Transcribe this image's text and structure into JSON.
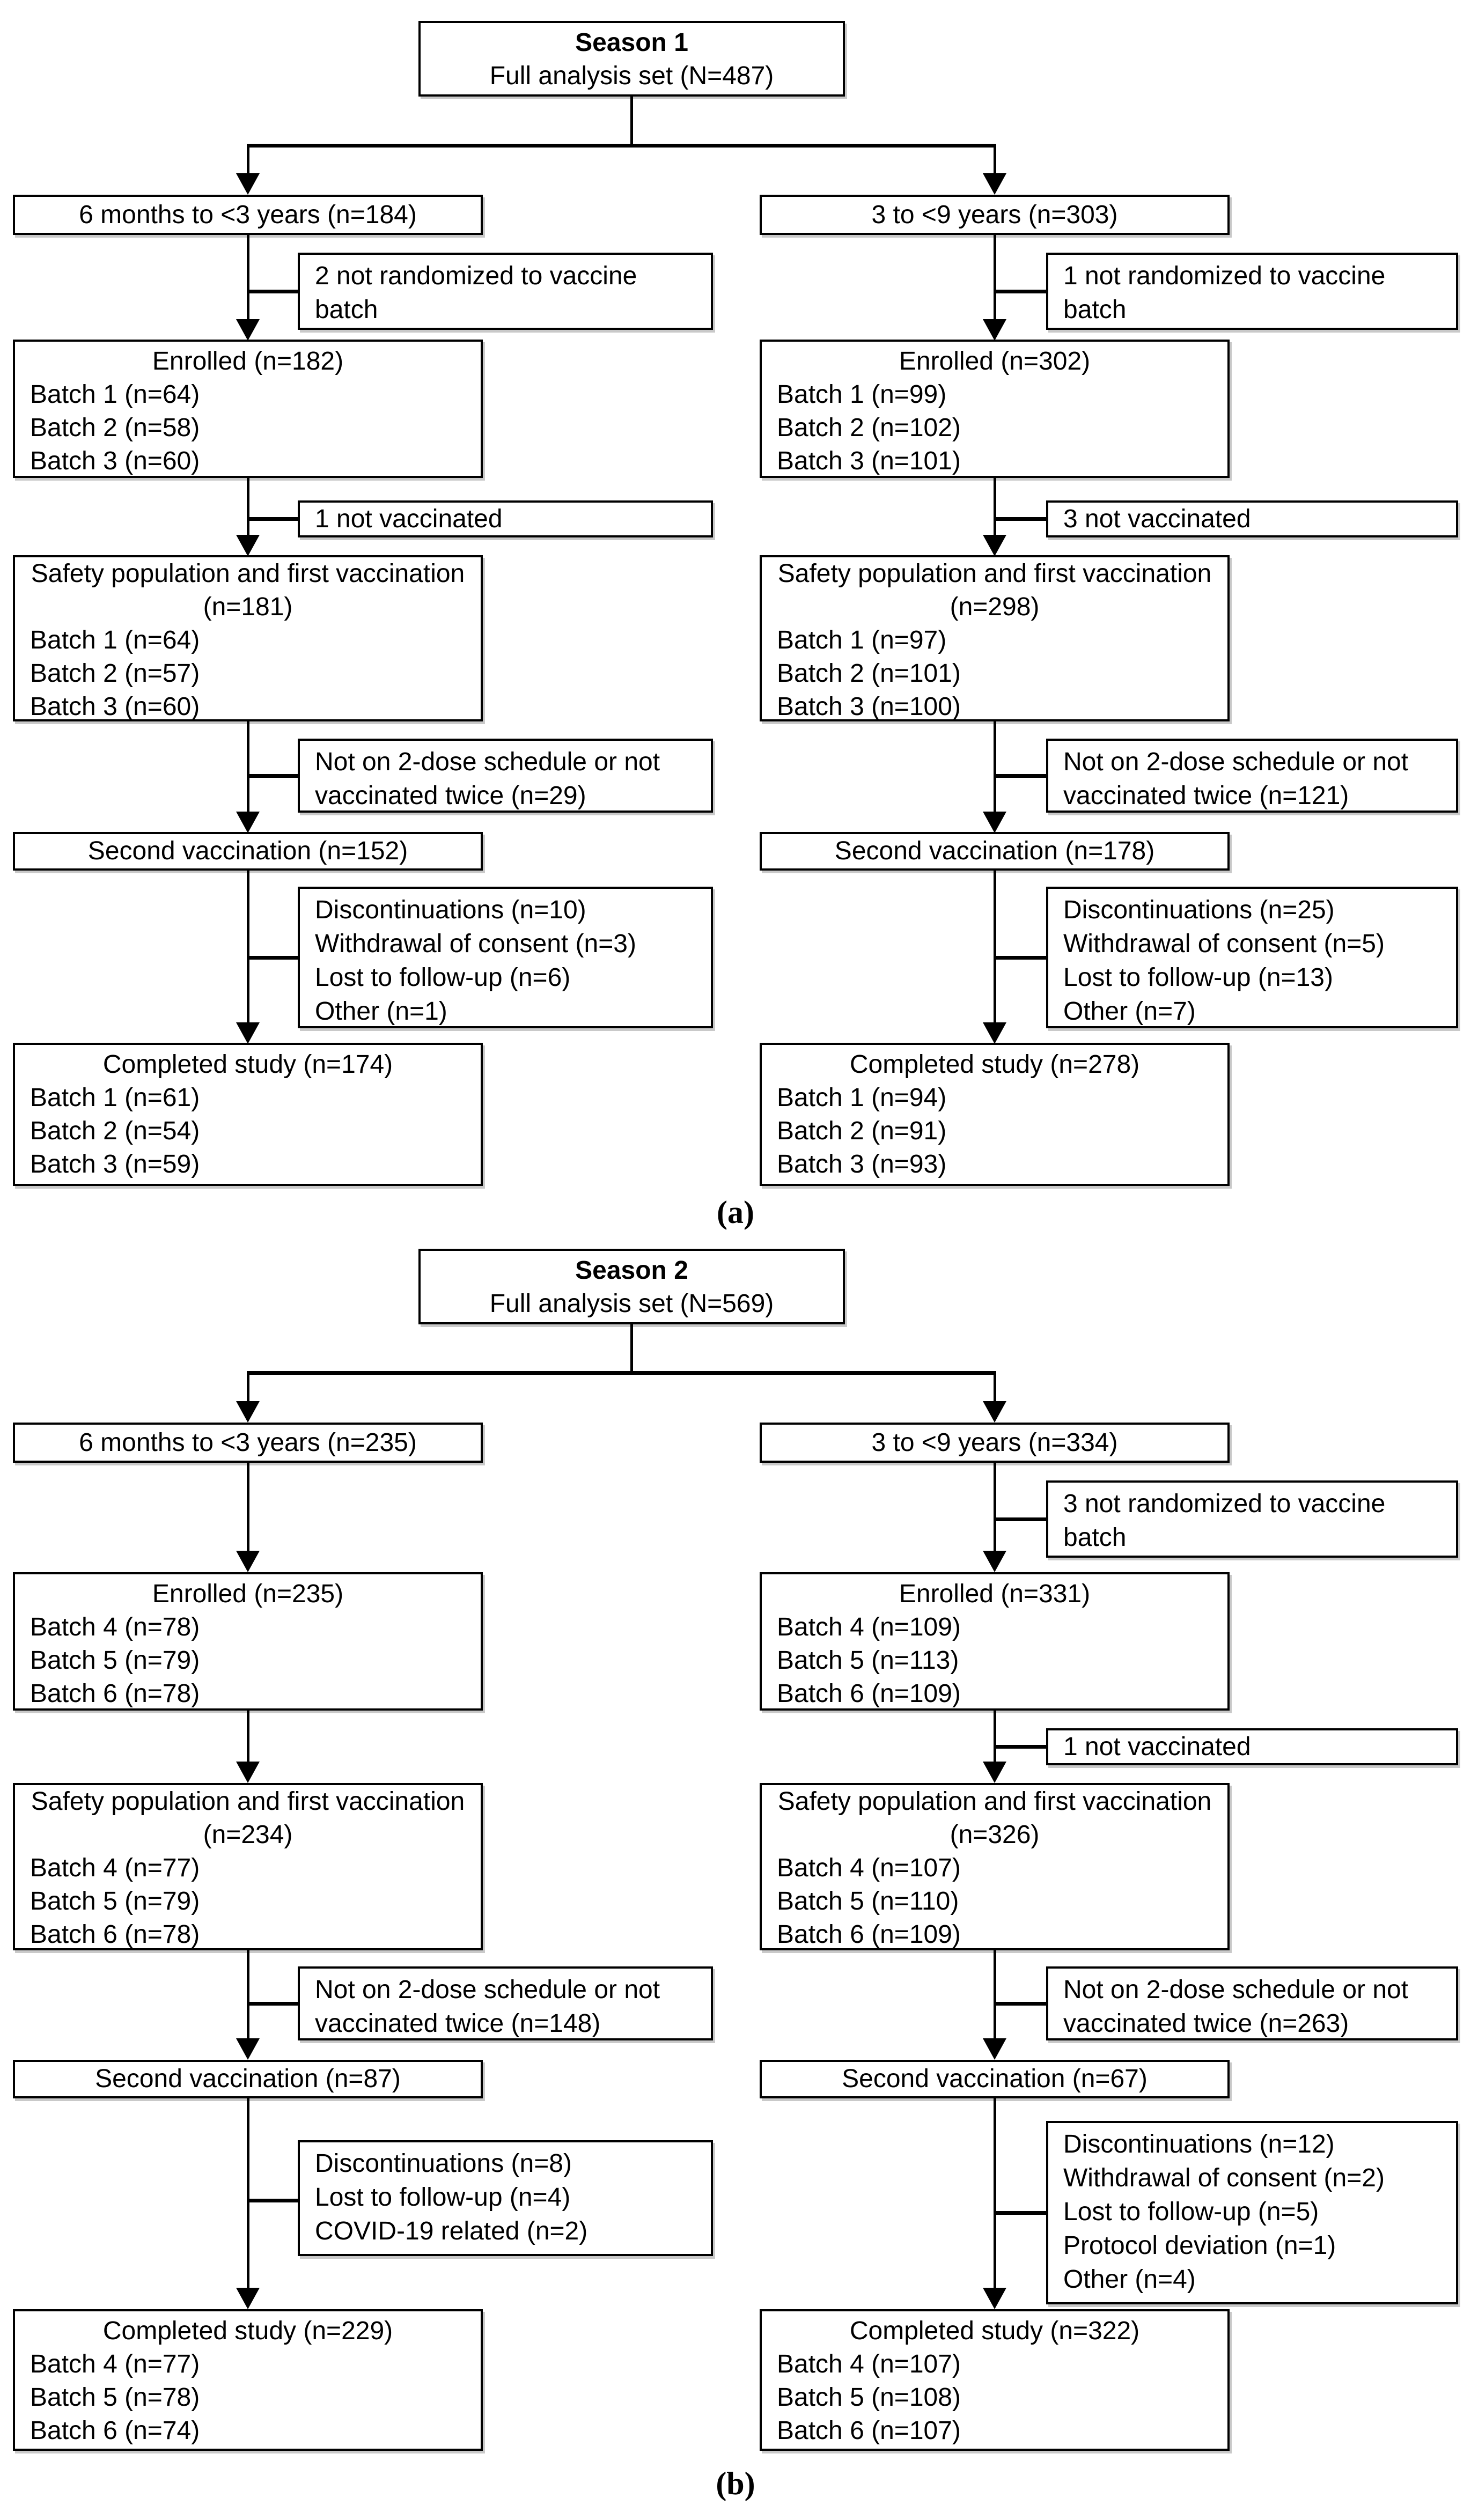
{
  "colors": {
    "line": "#000000",
    "box_border": "#000000",
    "background": "#ffffff"
  },
  "figure": {
    "diagram_a": {
      "caption": "(a)",
      "title": "Season 1",
      "subtitle": "Full analysis set (N=487)",
      "left": {
        "age": "6 months to <3 years (n=184)",
        "not_randomized": "2 not randomized to vaccine batch",
        "enrolled": {
          "title": "Enrolled (n=182)",
          "batches": [
            "Batch 1 (n=64)",
            "Batch 2 (n=58)",
            "Batch 3 (n=60)"
          ]
        },
        "not_vaccinated": "1 not vaccinated",
        "safety": {
          "title": "Safety population and first vaccination",
          "n": "(n=181)",
          "batches": [
            "Batch 1 (n=64)",
            "Batch 2 (n=57)",
            "Batch 3 (n=60)"
          ]
        },
        "not_on_schedule": "Not on 2-dose schedule or not vaccinated twice (n=29)",
        "second": "Second vaccination (n=152)",
        "discontinuations": [
          "Discontinuations (n=10)",
          "Withdrawal of consent (n=3)",
          "Lost to follow-up (n=6)",
          "Other (n=1)"
        ],
        "completed": {
          "title": "Completed study (n=174)",
          "batches": [
            "Batch 1 (n=61)",
            "Batch 2 (n=54)",
            "Batch 3 (n=59)"
          ]
        }
      },
      "right": {
        "age": "3 to <9 years (n=303)",
        "not_randomized": "1 not randomized to vaccine batch",
        "enrolled": {
          "title": "Enrolled (n=302)",
          "batches": [
            "Batch 1 (n=99)",
            "Batch 2 (n=102)",
            "Batch 3 (n=101)"
          ]
        },
        "not_vaccinated": "3 not vaccinated",
        "safety": {
          "title": "Safety population and first vaccination",
          "n": "(n=298)",
          "batches": [
            "Batch 1 (n=97)",
            "Batch 2 (n=101)",
            "Batch 3 (n=100)"
          ]
        },
        "not_on_schedule": "Not on 2-dose schedule or not vaccinated twice (n=121)",
        "second": "Second vaccination (n=178)",
        "discontinuations": [
          "Discontinuations (n=25)",
          "Withdrawal of consent (n=5)",
          "Lost to follow-up (n=13)",
          "Other (n=7)"
        ],
        "completed": {
          "title": "Completed study (n=278)",
          "batches": [
            "Batch 1 (n=94)",
            "Batch 2 (n=91)",
            "Batch 3 (n=93)"
          ]
        }
      }
    },
    "diagram_b": {
      "caption": "(b)",
      "title": "Season 2",
      "subtitle": "Full analysis set (N=569)",
      "left": {
        "age": "6 months to <3 years (n=235)",
        "enrolled": {
          "title": "Enrolled (n=235)",
          "batches": [
            "Batch 4 (n=78)",
            "Batch 5 (n=79)",
            "Batch 6 (n=78)"
          ]
        },
        "safety": {
          "title": "Safety population and first vaccination",
          "n": "(n=234)",
          "batches": [
            "Batch 4 (n=77)",
            "Batch 5 (n=79)",
            "Batch 6 (n=78)"
          ]
        },
        "not_on_schedule": "Not on 2-dose schedule or not vaccinated twice (n=148)",
        "second": "Second vaccination (n=87)",
        "discontinuations": [
          "Discontinuations (n=8)",
          "Lost to follow-up (n=4)",
          "COVID-19 related (n=2)"
        ],
        "completed": {
          "title": "Completed study (n=229)",
          "batches": [
            "Batch 4 (n=77)",
            "Batch 5 (n=78)",
            "Batch 6 (n=74)"
          ]
        }
      },
      "right": {
        "age": "3 to <9 years (n=334)",
        "not_randomized": "3 not randomized to vaccine batch",
        "enrolled": {
          "title": "Enrolled (n=331)",
          "batches": [
            "Batch 4 (n=109)",
            "Batch 5 (n=113)",
            "Batch 6 (n=109)"
          ]
        },
        "not_vaccinated": "1 not vaccinated",
        "safety": {
          "title": "Safety population and first vaccination",
          "n": "(n=326)",
          "batches": [
            "Batch 4 (n=107)",
            "Batch 5 (n=110)",
            "Batch 6 (n=109)"
          ]
        },
        "not_on_schedule": "Not on 2-dose schedule or not vaccinated twice (n=263)",
        "second": "Second vaccination (n=67)",
        "discontinuations": [
          "Discontinuations (n=12)",
          "Withdrawal of consent (n=2)",
          "Lost to follow-up (n=5)",
          "Protocol deviation (n=1)",
          "Other (n=4)"
        ],
        "completed": {
          "title": "Completed study (n=322)",
          "batches": [
            "Batch 4 (n=107)",
            "Batch 5 (n=108)",
            "Batch 6 (n=107)"
          ]
        }
      }
    }
  }
}
